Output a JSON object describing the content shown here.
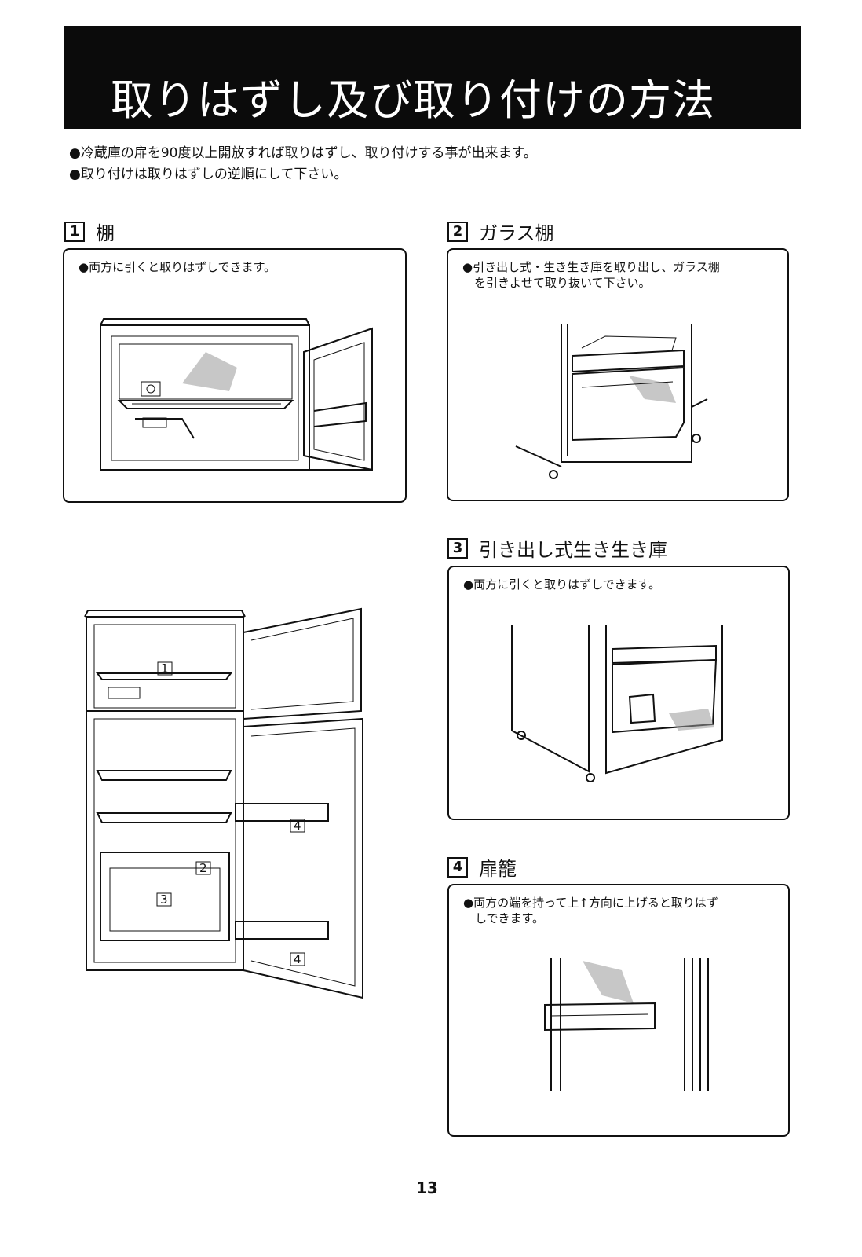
{
  "title": "取りはずし及び取り付けの方法",
  "intro": [
    "●冷蔵庫の扉を90度以上開放すれば取りはずし、取り付けする事が出来ます。",
    "●取り付けは取りはずしの逆順にして下さい。"
  ],
  "sections": [
    {
      "num": "1",
      "title": "棚",
      "note": [
        "●両方に引くと取りはずしできます。"
      ]
    },
    {
      "num": "2",
      "title": "ガラス棚",
      "note": [
        "●引き出し式・生き生き庫を取り出し、ガラス棚",
        "　を引きよせて取り抜いて下さい。"
      ]
    },
    {
      "num": "3",
      "title": "引き出し式生き生き庫",
      "note": [
        "●両方に引くと取りはずしできます。"
      ]
    },
    {
      "num": "4",
      "title": "扉籠",
      "note": [
        "●両方の端を持って上↑方向に上げると取りはず",
        "　しできます。"
      ]
    }
  ],
  "diagram_labels": {
    "shelf": "1",
    "glass_shelf": "2",
    "crisper": "3",
    "door_pocket": "4"
  },
  "page_number": "13"
}
